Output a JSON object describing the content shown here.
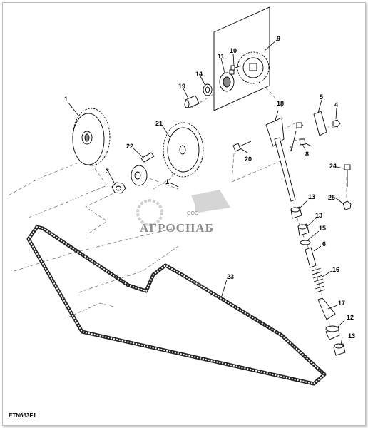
{
  "figure_code": "ETN663F1",
  "watermark": {
    "name": "АГРОСНАБ",
    "small": "ООО",
    "kind": "logo"
  },
  "callouts": [
    {
      "id": "c1a",
      "text": "1"
    },
    {
      "id": "c1b",
      "text": "1"
    },
    {
      "id": "c3",
      "text": "3"
    },
    {
      "id": "c4",
      "text": "4"
    },
    {
      "id": "c5",
      "text": "5"
    },
    {
      "id": "c6",
      "text": "6"
    },
    {
      "id": "c7",
      "text": "7"
    },
    {
      "id": "c8",
      "text": "8"
    },
    {
      "id": "c9",
      "text": "9"
    },
    {
      "id": "c10",
      "text": "10"
    },
    {
      "id": "c11",
      "text": "11"
    },
    {
      "id": "c12",
      "text": "12"
    },
    {
      "id": "c13a",
      "text": "13"
    },
    {
      "id": "c13b",
      "text": "13"
    },
    {
      "id": "c13c",
      "text": "13"
    },
    {
      "id": "c14",
      "text": "14"
    },
    {
      "id": "c15",
      "text": "15"
    },
    {
      "id": "c16",
      "text": "16"
    },
    {
      "id": "c17",
      "text": "17"
    },
    {
      "id": "c18",
      "text": "18"
    },
    {
      "id": "c19",
      "text": "19"
    },
    {
      "id": "c20",
      "text": "20"
    },
    {
      "id": "c21",
      "text": "21"
    },
    {
      "id": "c22",
      "text": "22"
    },
    {
      "id": "c23",
      "text": "23"
    },
    {
      "id": "c24",
      "text": "24"
    },
    {
      "id": "c25",
      "text": "25"
    }
  ]
}
